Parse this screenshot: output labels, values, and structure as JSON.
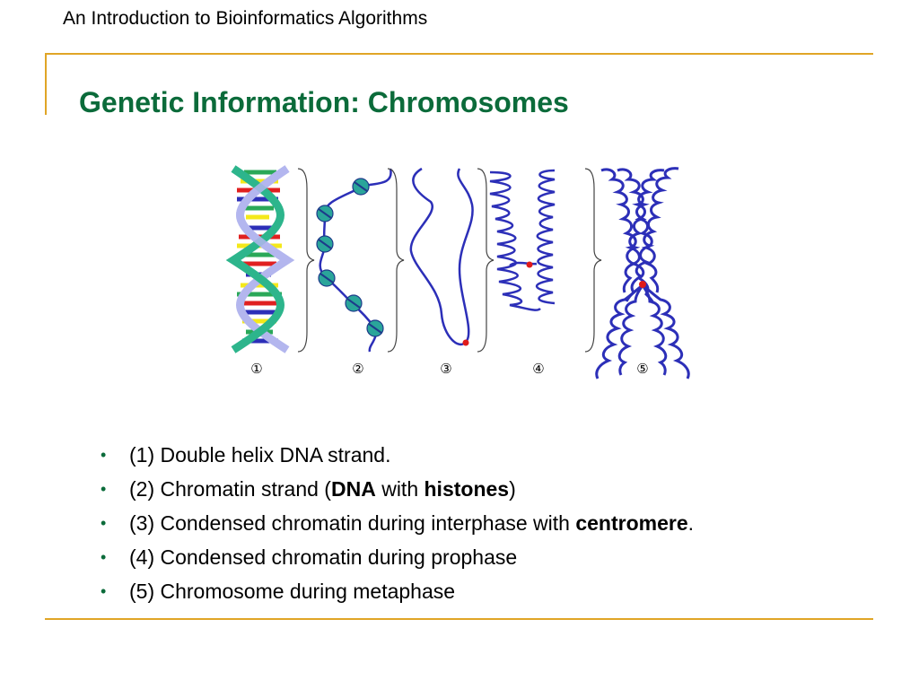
{
  "header": {
    "title": "An Introduction to Bioinformatics Algorithms"
  },
  "slide": {
    "title": "Genetic Information: Chromosomes"
  },
  "figure": {
    "stage_labels": [
      "①",
      "②",
      "③",
      "④",
      "⑤"
    ]
  },
  "bullets": [
    {
      "parts": [
        {
          "text": "(1) Double helix DNA strand.",
          "bold": false
        }
      ]
    },
    {
      "parts": [
        {
          "text": "(2) Chromatin strand (",
          "bold": false
        },
        {
          "text": "DNA",
          "bold": true
        },
        {
          "text": " with ",
          "bold": false
        },
        {
          "text": "histones",
          "bold": true
        },
        {
          "text": ")",
          "bold": false
        }
      ]
    },
    {
      "parts": [
        {
          "text": "(3) Condensed chromatin during interphase with ",
          "bold": false
        },
        {
          "text": "centromere",
          "bold": true
        },
        {
          "text": ".",
          "bold": false
        }
      ]
    },
    {
      "parts": [
        {
          "text": "(4) Condensed chromatin during prophase",
          "bold": false
        }
      ]
    },
    {
      "parts": [
        {
          "text": "(5) Chromosome during metaphase",
          "bold": false
        }
      ]
    }
  ],
  "colors": {
    "title_green": "#0b6b3a",
    "frame_gold": "#e0a526",
    "strand_blue": "#2c2fb8",
    "centromere_red": "#e01b1b"
  }
}
